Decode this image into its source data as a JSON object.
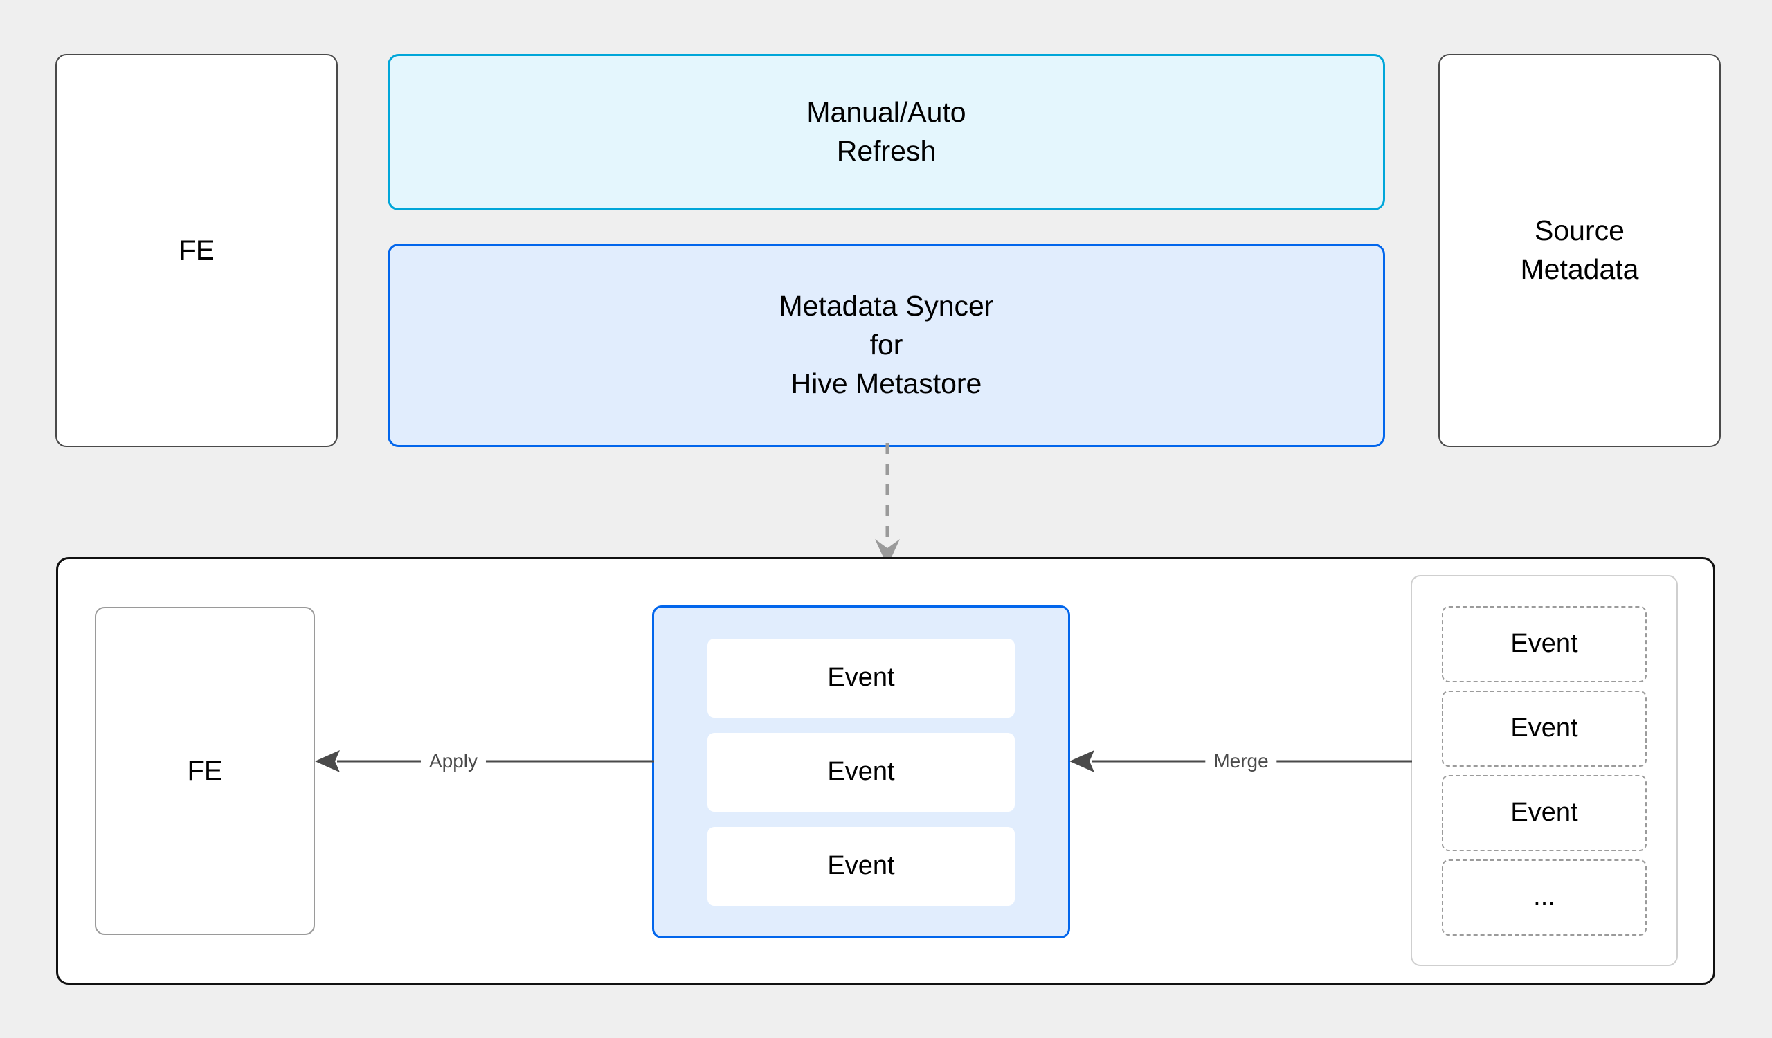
{
  "diagram": {
    "background_color": "#efefef",
    "top_row": {
      "fe": {
        "label": "FE",
        "border_color": "#4a4a4a",
        "fill_color": "#ffffff"
      },
      "refresh": {
        "line1": "Manual/Auto",
        "line2": "Refresh",
        "border_color": "#00a6d9",
        "fill_color": "#e4f6fd"
      },
      "syncer": {
        "line1": "Metadata Syncer",
        "line2": "for",
        "line3": "Hive Metastore",
        "border_color": "#0266ec",
        "fill_color": "#e1edfd"
      },
      "source": {
        "line1": "Source",
        "line2": "Metadata",
        "border_color": "#4a4a4a",
        "fill_color": "#ffffff"
      }
    },
    "connector": {
      "style": "dashed",
      "direction": "down",
      "color": "#9a9a9a"
    },
    "bottom_row": {
      "container_border_color": "#111111",
      "fe": {
        "label": "FE",
        "border_color": "#9a9a9a",
        "fill_color": "#ffffff"
      },
      "event_queue": {
        "border_color": "#0266ec",
        "fill_color": "#e1edfd",
        "events": [
          "Event",
          "Event",
          "Event"
        ]
      },
      "source_events": {
        "border_color": "#cfcfcf",
        "fill_color": "#ffffff",
        "events": [
          "Event",
          "Event",
          "Event",
          "..."
        ]
      },
      "arrows": [
        {
          "label": "Apply",
          "direction": "left",
          "color": "#4a4a4a"
        },
        {
          "label": "Merge",
          "direction": "left",
          "color": "#4a4a4a"
        }
      ]
    }
  }
}
